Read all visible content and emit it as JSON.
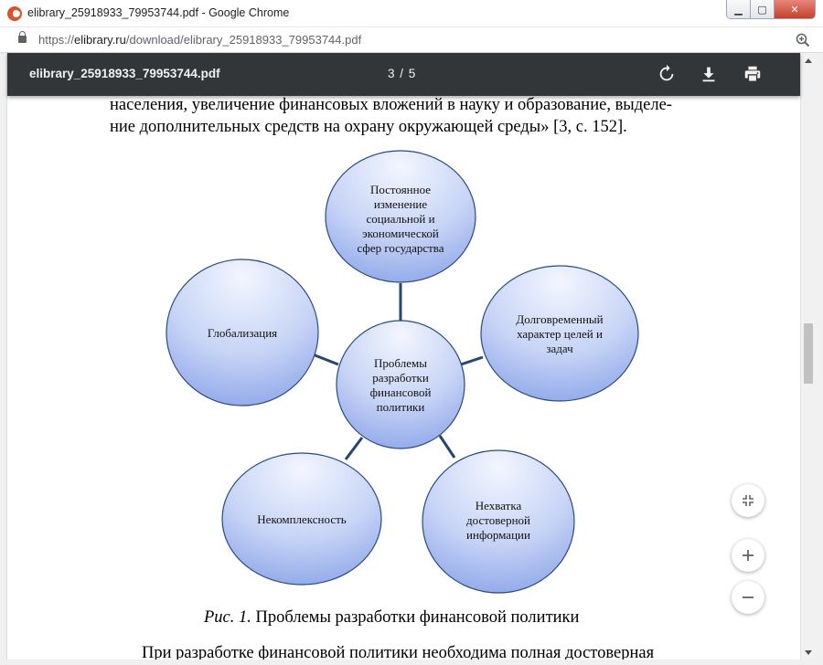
{
  "window": {
    "title": "elibrary_25918933_79953744.pdf - Google Chrome",
    "minimize": "▁",
    "maximize": "▢",
    "close": "✕"
  },
  "address_bar": {
    "scheme": "https://",
    "host": "elibrary.ru",
    "path": "/download/elibrary_25918933_79953744.pdf"
  },
  "pdf_toolbar": {
    "filename": "elibrary_25918933_79953744.pdf",
    "page_indicator": "3 / 5",
    "icons": [
      "rotate-icon",
      "download-icon",
      "print-icon"
    ]
  },
  "document": {
    "line1": "населения, увеличение финансовых вложений в науку и образование, выделе-",
    "line2": "ние дополнительных средств на охрану окружающей среды» [3, с. 152].",
    "caption_fig": "Рис. 1.",
    "caption_text": " Проблемы разработки финансовой политики",
    "bottom_line": "При разработке финансовой политики необходима полная достоверная"
  },
  "diagram": {
    "center": [
      "Проблемы",
      "разработки",
      "финансовой",
      "политики"
    ],
    "top": [
      "Постоянное",
      "изменение",
      "социальной и",
      "экономической",
      "сфер государства"
    ],
    "right": [
      "Долговременный",
      "характер целей и",
      "задач"
    ],
    "bottom_right": [
      "Нехватка",
      "достоверной",
      "информации"
    ],
    "bottom_left": [
      "Некомплексность"
    ],
    "left": [
      "Глобализация"
    ],
    "colors": {
      "fill_light": "#eef2fe",
      "fill_dark": "#8fa8ea",
      "stroke": "#2b4a82",
      "connector": "#27466f"
    }
  },
  "floating_buttons": {
    "fit": "fit-page-icon",
    "zoom_in": "plus-icon",
    "zoom_out": "minus-icon"
  },
  "colors": {
    "toolbar_bg": "#323639",
    "accent_close": "#c7402c"
  }
}
